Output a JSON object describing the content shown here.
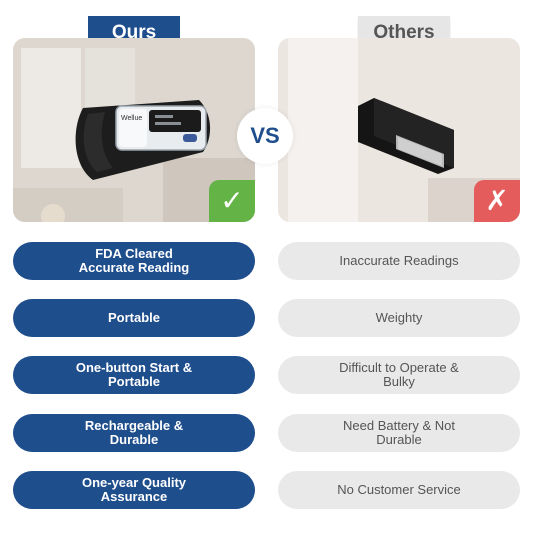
{
  "header": {
    "ours_label": "Ours",
    "others_label": "Others",
    "vs_label": "VS"
  },
  "product": {
    "brand_text": "Wellue"
  },
  "marks": {
    "check": "✓",
    "cross": "✗"
  },
  "comparison": [
    {
      "ours": "FDA Cleared\nAccurate Reading",
      "others": "Inaccurate Readings"
    },
    {
      "ours": "Portable",
      "others": "Weighty"
    },
    {
      "ours": "One-button Start &\nPortable",
      "others": "Difficult to Operate &\nBulky"
    },
    {
      "ours": "Rechargeable &\nDurable",
      "others": "Need Battery & Not\nDurable"
    },
    {
      "ours": "One-year Quality\nAssurance",
      "others": "No Customer Service"
    }
  ],
  "colors": {
    "brand_blue": "#1f4e8d",
    "check_green": "#63b347",
    "cross_red": "#e45c5c",
    "neutral_gray": "#e9e9e9"
  }
}
